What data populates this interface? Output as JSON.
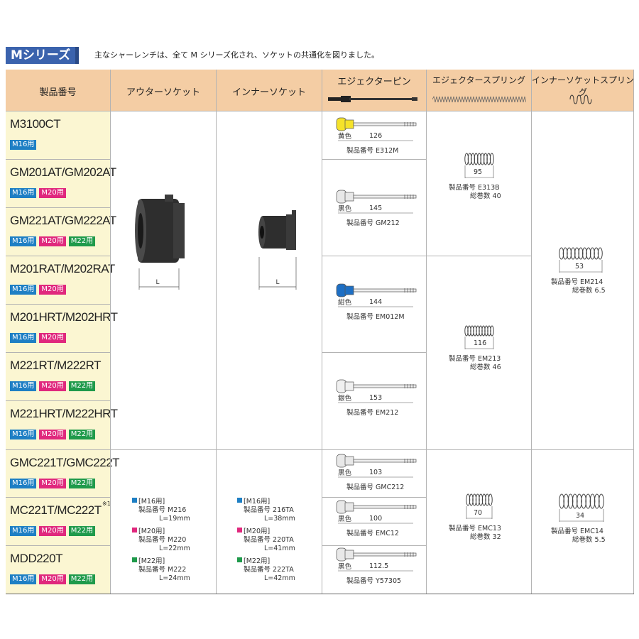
{
  "header": {
    "series_label": "Mシリーズ",
    "description": "主なシャーレンチは、全て M シリーズ化され、ソケットの共通化を図りました。"
  },
  "columns": [
    "製品番号",
    "アウターソケット",
    "インナーソケット",
    "エジェクターピン",
    "エジェクタースプリング",
    "インナーソケットスプリング"
  ],
  "models": [
    {
      "name": "M3100CT",
      "badges": [
        "M16用"
      ]
    },
    {
      "name": "GM201AT/GM202AT",
      "badges": [
        "M16用",
        "M20用"
      ]
    },
    {
      "name": "GM221AT/GM222AT",
      "badges": [
        "M16用",
        "M20用",
        "M22用"
      ]
    },
    {
      "name": "M201RAT/M202RAT",
      "badges": [
        "M16用",
        "M20用"
      ]
    },
    {
      "name": "M201HRT/M202HRT",
      "badges": [
        "M16用",
        "M20用"
      ]
    },
    {
      "name": "M221RT/M222RT",
      "badges": [
        "M16用",
        "M20用",
        "M22用"
      ]
    },
    {
      "name": "M221HRT/M222HRT",
      "badges": [
        "M16用",
        "M20用",
        "M22用"
      ]
    },
    {
      "name": "GMC221T/GMC222T",
      "badges": [
        "M16用",
        "M20用",
        "M22用"
      ]
    },
    {
      "name": "MC221T/MC222T",
      "note": "※1",
      "badges": [
        "M16用",
        "M20用",
        "M22用"
      ]
    },
    {
      "name": "MDD220T",
      "badges": [
        "M16用",
        "M20用",
        "M22用"
      ]
    }
  ],
  "socket_dim_label": "L",
  "outer_socket": [
    {
      "size": "[M16用]",
      "part": "製品番号  M216",
      "len": "L=19mm",
      "color": "#1e7fc4"
    },
    {
      "size": "[M20用]",
      "part": "製品番号  M220",
      "len": "L=22mm",
      "color": "#e0287d"
    },
    {
      "size": "[M22用]",
      "part": "製品番号  M222",
      "len": "L=24mm",
      "color": "#1f9a4b"
    }
  ],
  "inner_socket": [
    {
      "size": "[M16用]",
      "part": "製品番号  216TA",
      "len": "L=38mm",
      "color": "#1e7fc4"
    },
    {
      "size": "[M20用]",
      "part": "製品番号  220TA",
      "len": "L=41mm",
      "color": "#e0287d"
    },
    {
      "size": "[M22用]",
      "part": "製品番号  222TA",
      "len": "L=42mm",
      "color": "#1f9a4b"
    }
  ],
  "ejector_pins": [
    {
      "color_name": "黄色",
      "length": "126",
      "part": "製品番号  E312M",
      "tip": "#f5e22a"
    },
    {
      "color_name": "黒色",
      "length": "145",
      "part": "製品番号  GM212",
      "tip": "#e8e8e8"
    },
    {
      "color_name": "紺色",
      "length": "144",
      "part": "製品番号  EM012M",
      "tip": "#1e6fc4"
    },
    {
      "color_name": "銀色",
      "length": "153",
      "part": "製品番号  EM212",
      "tip": "#f0f0f0"
    },
    {
      "color_name": "黒色",
      "length": "103",
      "part": "製品番号  GMC212",
      "tip": "#e8e8e8"
    },
    {
      "color_name": "黒色",
      "length": "100",
      "part": "製品番号  EMC12",
      "tip": "#e8e8e8"
    },
    {
      "color_name": "黒色",
      "length": "112.5",
      "part": "製品番号  Y57305",
      "tip": "#e8e8e8"
    }
  ],
  "ejector_springs": [
    {
      "dim": "95",
      "part": "製品番号  E313B",
      "turns": "総巻数  40"
    },
    {
      "dim": "116",
      "part": "製品番号  EM213",
      "turns": "総巻数  46"
    },
    {
      "dim": "70",
      "part": "製品番号  EMC13",
      "turns": "総巻数  32"
    }
  ],
  "inner_springs": [
    {
      "dim": "53",
      "part": "製品番号  EM214",
      "turns": "総巻数  6.5"
    },
    {
      "dim": "34",
      "part": "製品番号  EMC14",
      "turns": "総巻数  5.5"
    }
  ]
}
